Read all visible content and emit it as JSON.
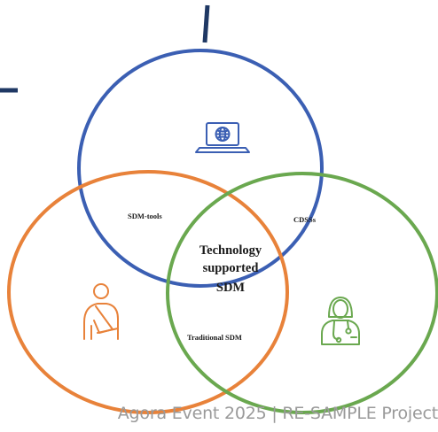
{
  "diagram": {
    "circles": [
      {
        "name": "technology",
        "color": "#3b5fb3"
      },
      {
        "name": "patient",
        "color": "#e8823a"
      },
      {
        "name": "clinician",
        "color": "#6aa84f"
      }
    ],
    "labels": {
      "sdm_tools": "SDM-tools",
      "cdsss": "CDSSs",
      "traditional_sdm": "Traditional SDM",
      "center_line1": "Technology",
      "center_line2": "supported",
      "center_line3": "SDM"
    },
    "icons": {
      "technology": "laptop-globe-icon",
      "patient": "patient-with-arm-sling-icon",
      "clinician": "doctor-icon"
    },
    "decorations": {
      "dash_color": "#1f3864"
    }
  },
  "footer": {
    "text": "Agora Event 2025 | RE-SAMPLE Project"
  }
}
